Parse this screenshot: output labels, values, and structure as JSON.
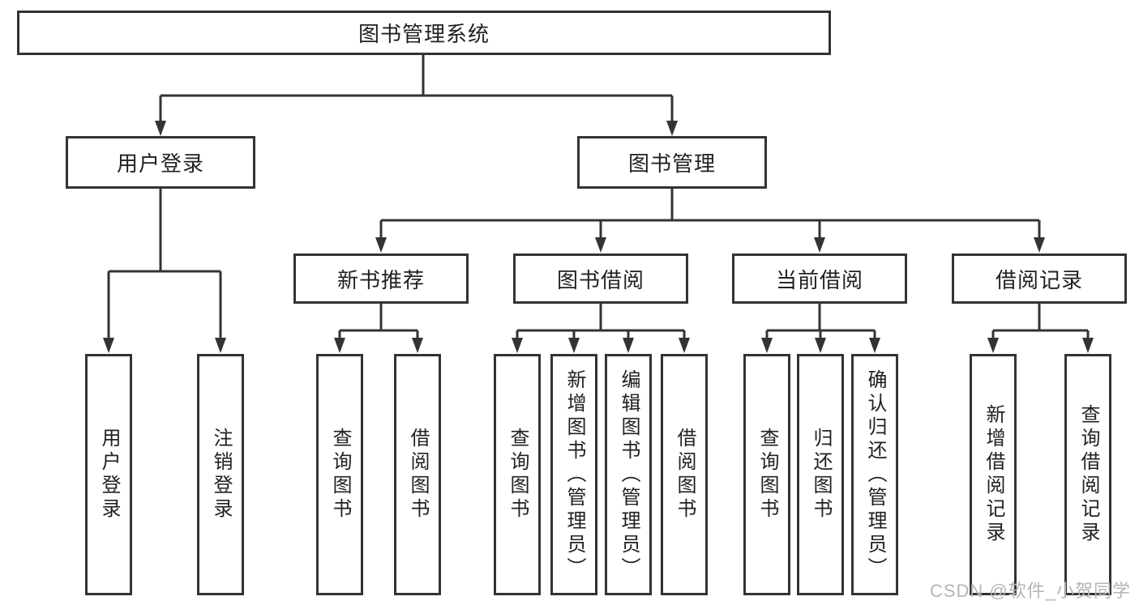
{
  "diagram": {
    "root": {
      "label": "图书管理系统"
    },
    "level2": {
      "user_login": {
        "label": "用户登录"
      },
      "book_mgmt": {
        "label": "图书管理"
      }
    },
    "level3": {
      "new_books": {
        "label": "新书推荐"
      },
      "book_borrow": {
        "label": "图书借阅"
      },
      "current_borrow": {
        "label": "当前借阅"
      },
      "borrow_records": {
        "label": "借阅记录"
      }
    },
    "leaves": {
      "user_login_leaf": {
        "label": "用户登录"
      },
      "logout": {
        "label": "注销登录"
      },
      "nb_query": {
        "label": "查询图书"
      },
      "nb_borrow": {
        "label": "借阅图书"
      },
      "bb_query": {
        "label": "查询图书"
      },
      "bb_add": {
        "label": "新增图书（管理员）"
      },
      "bb_edit": {
        "label": "编辑图书（管理员）"
      },
      "bb_borrow": {
        "label": "借阅图书"
      },
      "cb_query": {
        "label": "查询图书"
      },
      "cb_return": {
        "label": "归还图书"
      },
      "cb_confirm": {
        "label": "确认归还（管理员）"
      },
      "br_add": {
        "label": "新增借阅记录"
      },
      "br_query": {
        "label": "查询借阅记录"
      }
    }
  },
  "watermark": {
    "text": "CSDN @软件_小贺同学"
  },
  "colors": {
    "line": "#333333",
    "text": "#212121",
    "background": "#ffffff",
    "watermark": "#b5b5b5"
  }
}
